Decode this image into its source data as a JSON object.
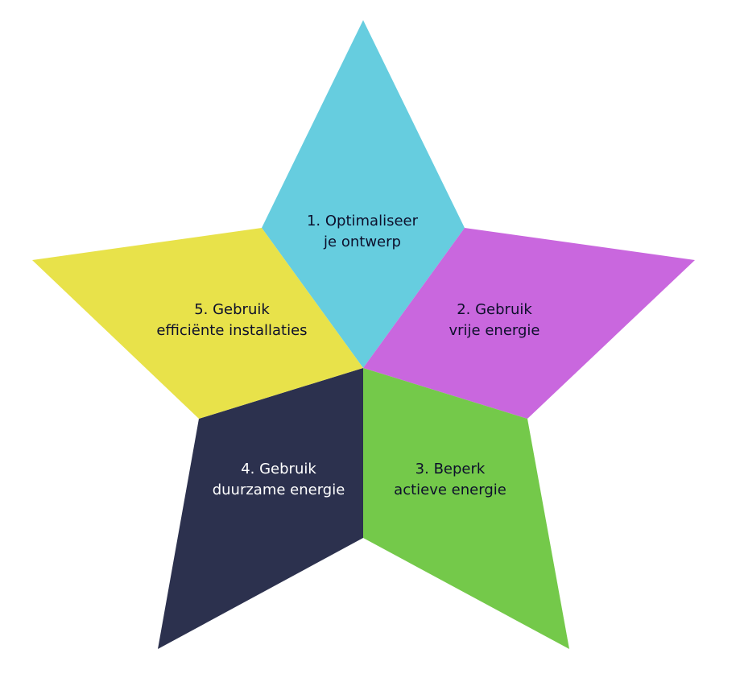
{
  "segments": [
    {
      "id": "optimaliseer",
      "line1": "1. Optimaliseer",
      "line2": "je ontwerp",
      "color": "#66cddf",
      "text_color": "#0d0f2b"
    },
    {
      "id": "vrije-energie",
      "line1": "2. Gebruik",
      "line2": "vrije energie",
      "color": "#c967de",
      "text_color": "#0d0f2b"
    },
    {
      "id": "beperk",
      "line1": "3. Beperk",
      "line2": "actieve energie",
      "color": "#74c94a",
      "text_color": "#0d0f2b"
    },
    {
      "id": "duurzame-energie",
      "line1": "4. Gebruik",
      "line2": "duurzame energie",
      "color": "#2c314e",
      "text_color": "#ffffff"
    },
    {
      "id": "efficiente-installaties",
      "line1": "5. Gebruik",
      "line2": "efficiënte installaties",
      "color": "#e8e24a",
      "text_color": "#0d0f2b"
    }
  ]
}
